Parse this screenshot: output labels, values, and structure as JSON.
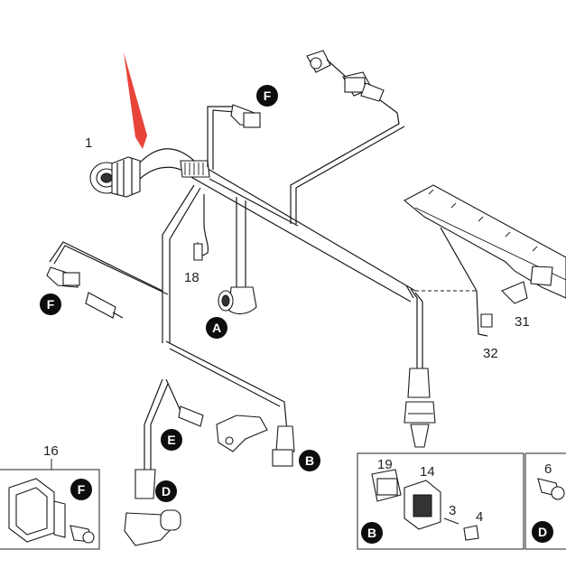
{
  "callouts": {
    "n1": "1",
    "n18": "18",
    "n31": "31",
    "n32": "32",
    "n16": "16",
    "n19": "19",
    "n14": "14",
    "n3": "3",
    "n4": "4",
    "n6": "6"
  },
  "badges": {
    "f_top": "F",
    "f_left": "F",
    "a": "A",
    "e": "E",
    "b_main": "B",
    "d_main": "D",
    "f_inset": "F",
    "b_inset": "B",
    "d_inset": "D"
  },
  "colors": {
    "arrow": "#e8443a",
    "badge": "#0d0d0d",
    "line": "#1a1a1a"
  }
}
